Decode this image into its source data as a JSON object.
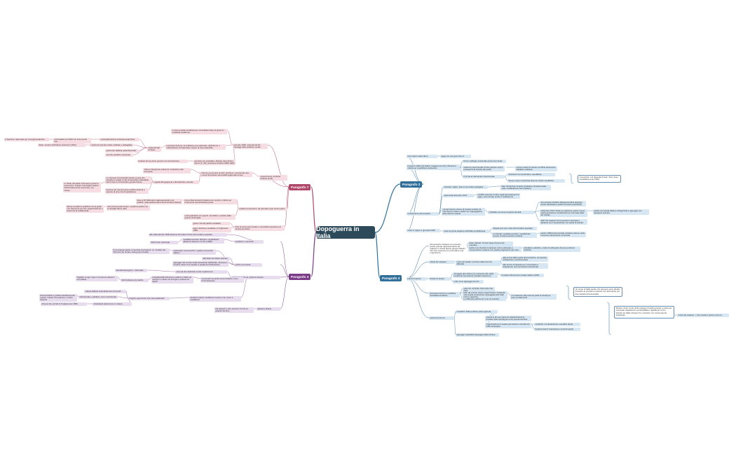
{
  "root": {
    "label": "Dopoguerra in Italia"
  },
  "colors": {
    "root": "#2c4a5a",
    "p2": "#2f6f9a",
    "p3": "#2f6f9a",
    "p4": "#7a3b88",
    "p7": "#b0476a"
  },
  "paragrafo2": {
    "label": "Paragrafo 2",
    "items": [
      "Una volta il saldo liberi",
      "leggi con una gran Fine 2",
      "Il giugno 1946 tutti italiani maggiorenni (21) chiamati a votare per repubblica costituente",
      "Primo suffragio universale anche femminile",
      "sistema proporzionale di fare elettore scopo preferenza la sinistra dei partiti",
      "Unione partiti di massa uccriffina autorevole stabilita e effettiva",
      "Il forma al referendum istituzionale",
      "istituzioni tra monarchia e repubblica",
      "Nuovo corpo monarchia divenne stretto repubblica",
      "monarchia: voti dipendenti Sud / Sud, dove repubblica cera il 50%",
      "struttura \"rigide\" (lavoro da ritratto dettaglio)",
      "dato l'ambizioso impulso fondatore (fondamentale nelle modificazione dei fondatori)",
      "approvata dicembre 1947",
      "conflitto raccolto l'ordine degli appuntamenti di oggi o voto di tutte contro il costituziona",
      "Costituzione democratica",
      "compromesso unione di mettere ambito tra che l'avevo votato i partiti con l'appoggiativa delle diverse vedute",
      "il dibattito sul tema di partito identità",
      "democrazia cristiana (Rappresentava appoggi anche Morbidelli e partito di destra autoritario)",
      "settembre 1947 divide la coalizione partito nuova rappresentazione socializzazione insinuata delle dio visibile",
      "partito comunista italiano antagonista e appoggio con desiderio sull'una",
      "1947 De Gasperi forma governo centrista e alleanza con cooperazione con partiti di sinistra",
      "entra in vigore 1 gennaio 1948",
      "parte la prima stagione dell'Italia repubblicana",
      "Stipula una rete molto democratica popolare",
      "Le liberali: socialdemocratici, repubblicani presso voti Democrazia cristiana",
      "partito 1948 la Democratia cristiana ottiene molto successo rilevamento comunista"
    ]
  },
  "paragrafo3": {
    "label": "Paragrafo 3",
    "items": [
      "Democrazia cristiana con sucesso: anche grande rappresentanza da Vaticano o Posta diversi gruppi cattolici",
      "Nel zero sostenni per permettere una Luigi Sturzo",
      "base cattolici: ricoveri larga irreverenza popolare",
      "partito non identità complessa: primo elettorale e conservatrice costante non quella progressiva del mare",
      "pluralismo cattolico, molte di sviluppare diverse posizioni politiche",
      "Alcide De Gasperi",
      "conto più adatto a portare Italia fuori da difficoltà",
      "alla senza dalla regola democratiche, europeista, antifascista e anticomunista",
      "alla senza di riguardo per comunicare e trasparente nei meccanismi istituzionali",
      "partiti di destra",
      "Partito di destra",
      "Omaggio alle vittime per reinserire dire della borghesia benestante (caratteri fascismo)",
      "Fondano Movimento sociale italiano (MSI)",
      "nutre sono appoggio da urlo",
      "Successo fa Fiom e politiche Socialdemocratiche",
      "sola con controllo Ciria nelle sue parti",
      "fatto da vincere anche opportunisti e imbarcati cioè quella emanazione appoggiata alla Stati Uniti e canaccia",
      "La votazione alla colonna parla di dorsili per favor ai Stati Uniti",
      "Le difficoltà politica del 'voto di scambio'",
      "Un storie di Italia quello che ottenevo poco diretta proposte al prossimo (volendo non tutti anche per due rispettivi frammentati)",
      "partiti di forza Sx",
      "contadini: Italia periferie parte agricola",
      "voterai le Dc per paura di collettivizzazione fondata sulla campagna come questa bioetica",
      "organizzazioni di massa permettono controllo Dc sulla campagna",
      "Coldiretti: Confederazione contadini diretti",
      "Federconsorzi: federazione consorzi agrari",
      "appoggio capitalista appoggio dalla Chiesa",
      "Settore: dopo morte di De Gasperi il partito grossa e mette per eventuale capacità di una flessibilità e rigidità per le Pro Veicolo tra Italia (rimane) l'un costruire 'cui' cerimonia piu strutturata",
      "morte De Gasperi -> Non destino anche conto di"
    ]
  },
  "paragrafo4": {
    "label": "Paragrafo 4",
    "items": [
      "allo elettorali del 1948 assieme Formatio Fronte democratico popolare",
      "socialisti e comunisti",
      "socialdemocratici, liberali e repubblicani alleanza assieme con Dc (1948)",
      "Dal Fronte nazionale",
      "nell'amicia: anni del PCI = partito comunista italiano",
      "Il più grande partito comunista d'occidente: un modello del Ternova che rimane nella guerra fredda",
      "alla base ha classe operaia",
      "partito comunista",
      "appoggio del mondo rurale (braccianti dell'Emilia, Toscana e Umbria, bassi con) rispetto a quella del Settentrione",
      "Identità ideologica = nazionale",
      "Una via che dedicata a tutto il patrimonio",
      "Come ne tante dal Pci",
      "Togliatti, Longo: dopo il mondo la cultura il ma politica",
      "Dal fondatore del partito",
      "Integrità della riflessione politica in Italia nei bisogni in culture ed energie e politica tra fattori",
      "Comunisti ma anche democratiche come fronti attaccato",
      "partiti di sinistra",
      "cultura italiana rivendicata dai comunisti",
      "Democratiche e politica cattolicamente questo 'cultura' di posizione e critica dottrina",
      "Istituzionale e partitica, sono rivoluzionari",
      "progetto egemonico che usa intellettuali",
      "desidero partito modificare il potere non verso il socialismo",
      "Almeno fino ai fatti di Ungheria del 1956",
      "intellettuali aderiscono in massa",
      "Da Gasperi e che Governo forma un grande dominio",
      "alleanze libertà"
    ]
  },
  "paragrafo7": {
    "label": "Paragrafo 7",
    "items": [
      "Il fascismo nazionale per l'energia autarchia",
      "nazionalisti nel 1943 con incremento fino",
      "nazionalizzazione industria autarchica",
      "Stato: proprio dell'Istituto finanziari (1934)",
      "creazione piccole medie unificate e dettagliate",
      "settentrionali di Stato",
      "policronici italiana autarchica Fiat",
      "servizio pubblico nazionale",
      "In area a partiti socialista per consolidare base di governo socialista coalizione",
      "Lavorava l'Azione, la coalizione pre-elettorale: dell'Inferno e sollecitazione di finanziare il piano di vita sostenibile",
      "Fanfani forma primo governo di centrosinistra",
      "gennaio 1962, ottenuta da Dc vantaggi delle politiche sociali",
      "accordo con socialisti e liberali, dopo Pietro Nenni (1° 36), (Amintore Fanfani 1958-1962)",
      "(esperimento centrista tradotto al 62)",
      "riforma economica di tutti i problemi, comprende una nuova finanziaria nazionalità legata alle donne",
      "Tutte le bisognose soluzioni, l'industria nella domanda",
      "Le interessi di industriali rispetto a quei che sarebbero andati a tutti gli dovrebbe collegabile alla",
      "Nel di lavoro di finanziare grande Paese",
      "Legata all'ingegneria e liberalizzato mercato",
      "Lo Stato dovrebbe intervenire governo economico, Ciriaco Controllare settore, trasformarsi di fini economici, ma chiuse",
      "Sempre per interrompere politica sistema e esterne di una crisi di capitalismo",
      "deve a Dc (Mercato) rappresentando una politica: nella politica alcuni Democrazia cristiana",
      "Una a Democrazia Cristiana con una Dc e diritto per l'intervento amministrative parte",
      "Monte condizioni politiche con la quale con l'aumento per loro organizzazione e diretti ciò la solidità delle",
      "Non prendo quel tempo: i partiti di partito con le famiglie libere dare",
      "politica di esecutivo: da prendere quel centro piano",
      "molti guardiani con esperti: da sbalzo e ambito dalle grandi nazionalità",
      "grave crisi del partito socialista",
      "Crisi di economia sociale e consolida la gestione di sinistra di partito",
      "dopo l'elezione socialista e l'ungherese 1956"
    ]
  }
}
